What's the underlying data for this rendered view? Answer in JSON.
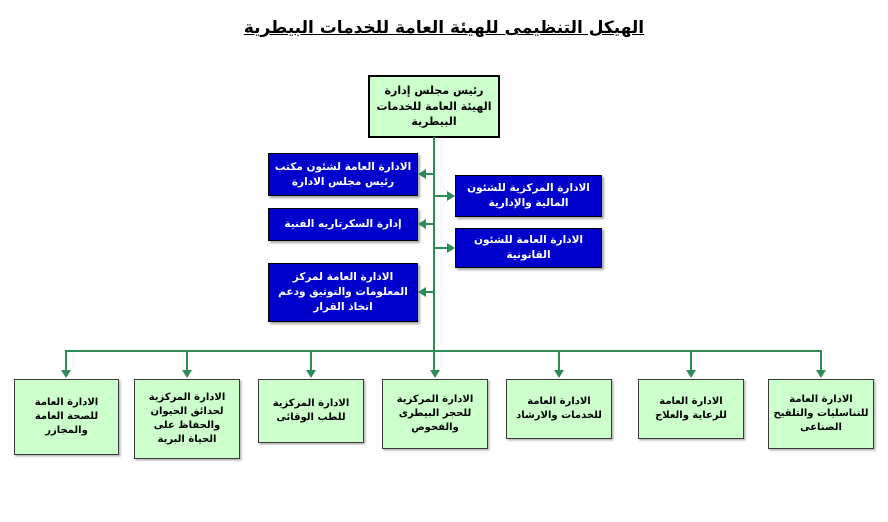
{
  "title": "الهيكل التنظيمى للهيئة العامة للخدمات البيطرية",
  "root": {
    "label": "رئيس مجلس إدارة الهيئة العامة للخدمات البيطرية"
  },
  "left_branches": [
    {
      "label": "الادارة العامة لشئون مكتب رئيس مجلس الادارة"
    },
    {
      "label": "إدارة السكرتاريه الفنية"
    },
    {
      "label": "الادارة العامة لمركز المعلومات والتوثيق ودعم اتخاذ القرار"
    }
  ],
  "right_branches": [
    {
      "label": "الادارة المركزية للشئون المالية والإدارية"
    },
    {
      "label": "الادارة العامة للشئون القانونية"
    }
  ],
  "departments": [
    {
      "label": "الادارة العامة للصحة العامة والمجازر"
    },
    {
      "label": "الادارة المركزية لحدائق الحيوان والحفاظ على الحياة البرية"
    },
    {
      "label": "الادارة المركزية للطب الوقائى"
    },
    {
      "label": "الادارة المركزية للحجر البيطرى والفحوص"
    },
    {
      "label": "الادارة العامة للخدمات والارشاد"
    },
    {
      "label": "الادارة العامة للرعاية والعلاج"
    },
    {
      "label": "الادارة العامة للتناسليات والتلقيح الصناعى"
    }
  ],
  "colors": {
    "box_green": "#CCFFCC",
    "box_blue": "#0000CC",
    "connector": "#2E8B57",
    "text_dark": "#000000",
    "text_light": "#FFFFFF"
  }
}
